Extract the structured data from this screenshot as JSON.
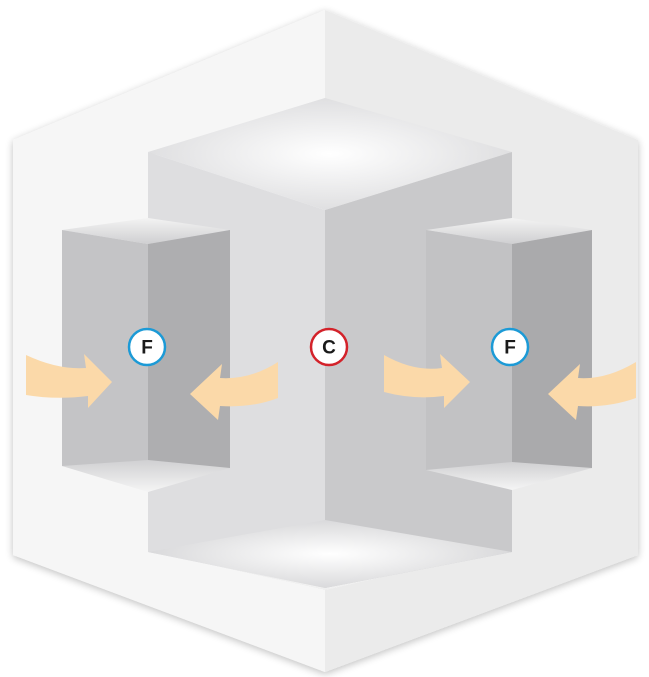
{
  "markers": {
    "left": {
      "label": "F",
      "ring_color": "#1c9ad6"
    },
    "center": {
      "label": "C",
      "ring_color": "#d3222a"
    },
    "right": {
      "label": "F",
      "ring_color": "#1c9ad6"
    }
  },
  "colors": {
    "background": "#ffffff",
    "outer_light": "#f4f4f4",
    "outer_mid": "#e6e6e6",
    "core_light": "#dcdcdd",
    "core_dark": "#c6c6c8",
    "fin_light": "#bdbdbf",
    "fin_dark": "#a9a9ab",
    "arrow": "#fbd9a9"
  }
}
